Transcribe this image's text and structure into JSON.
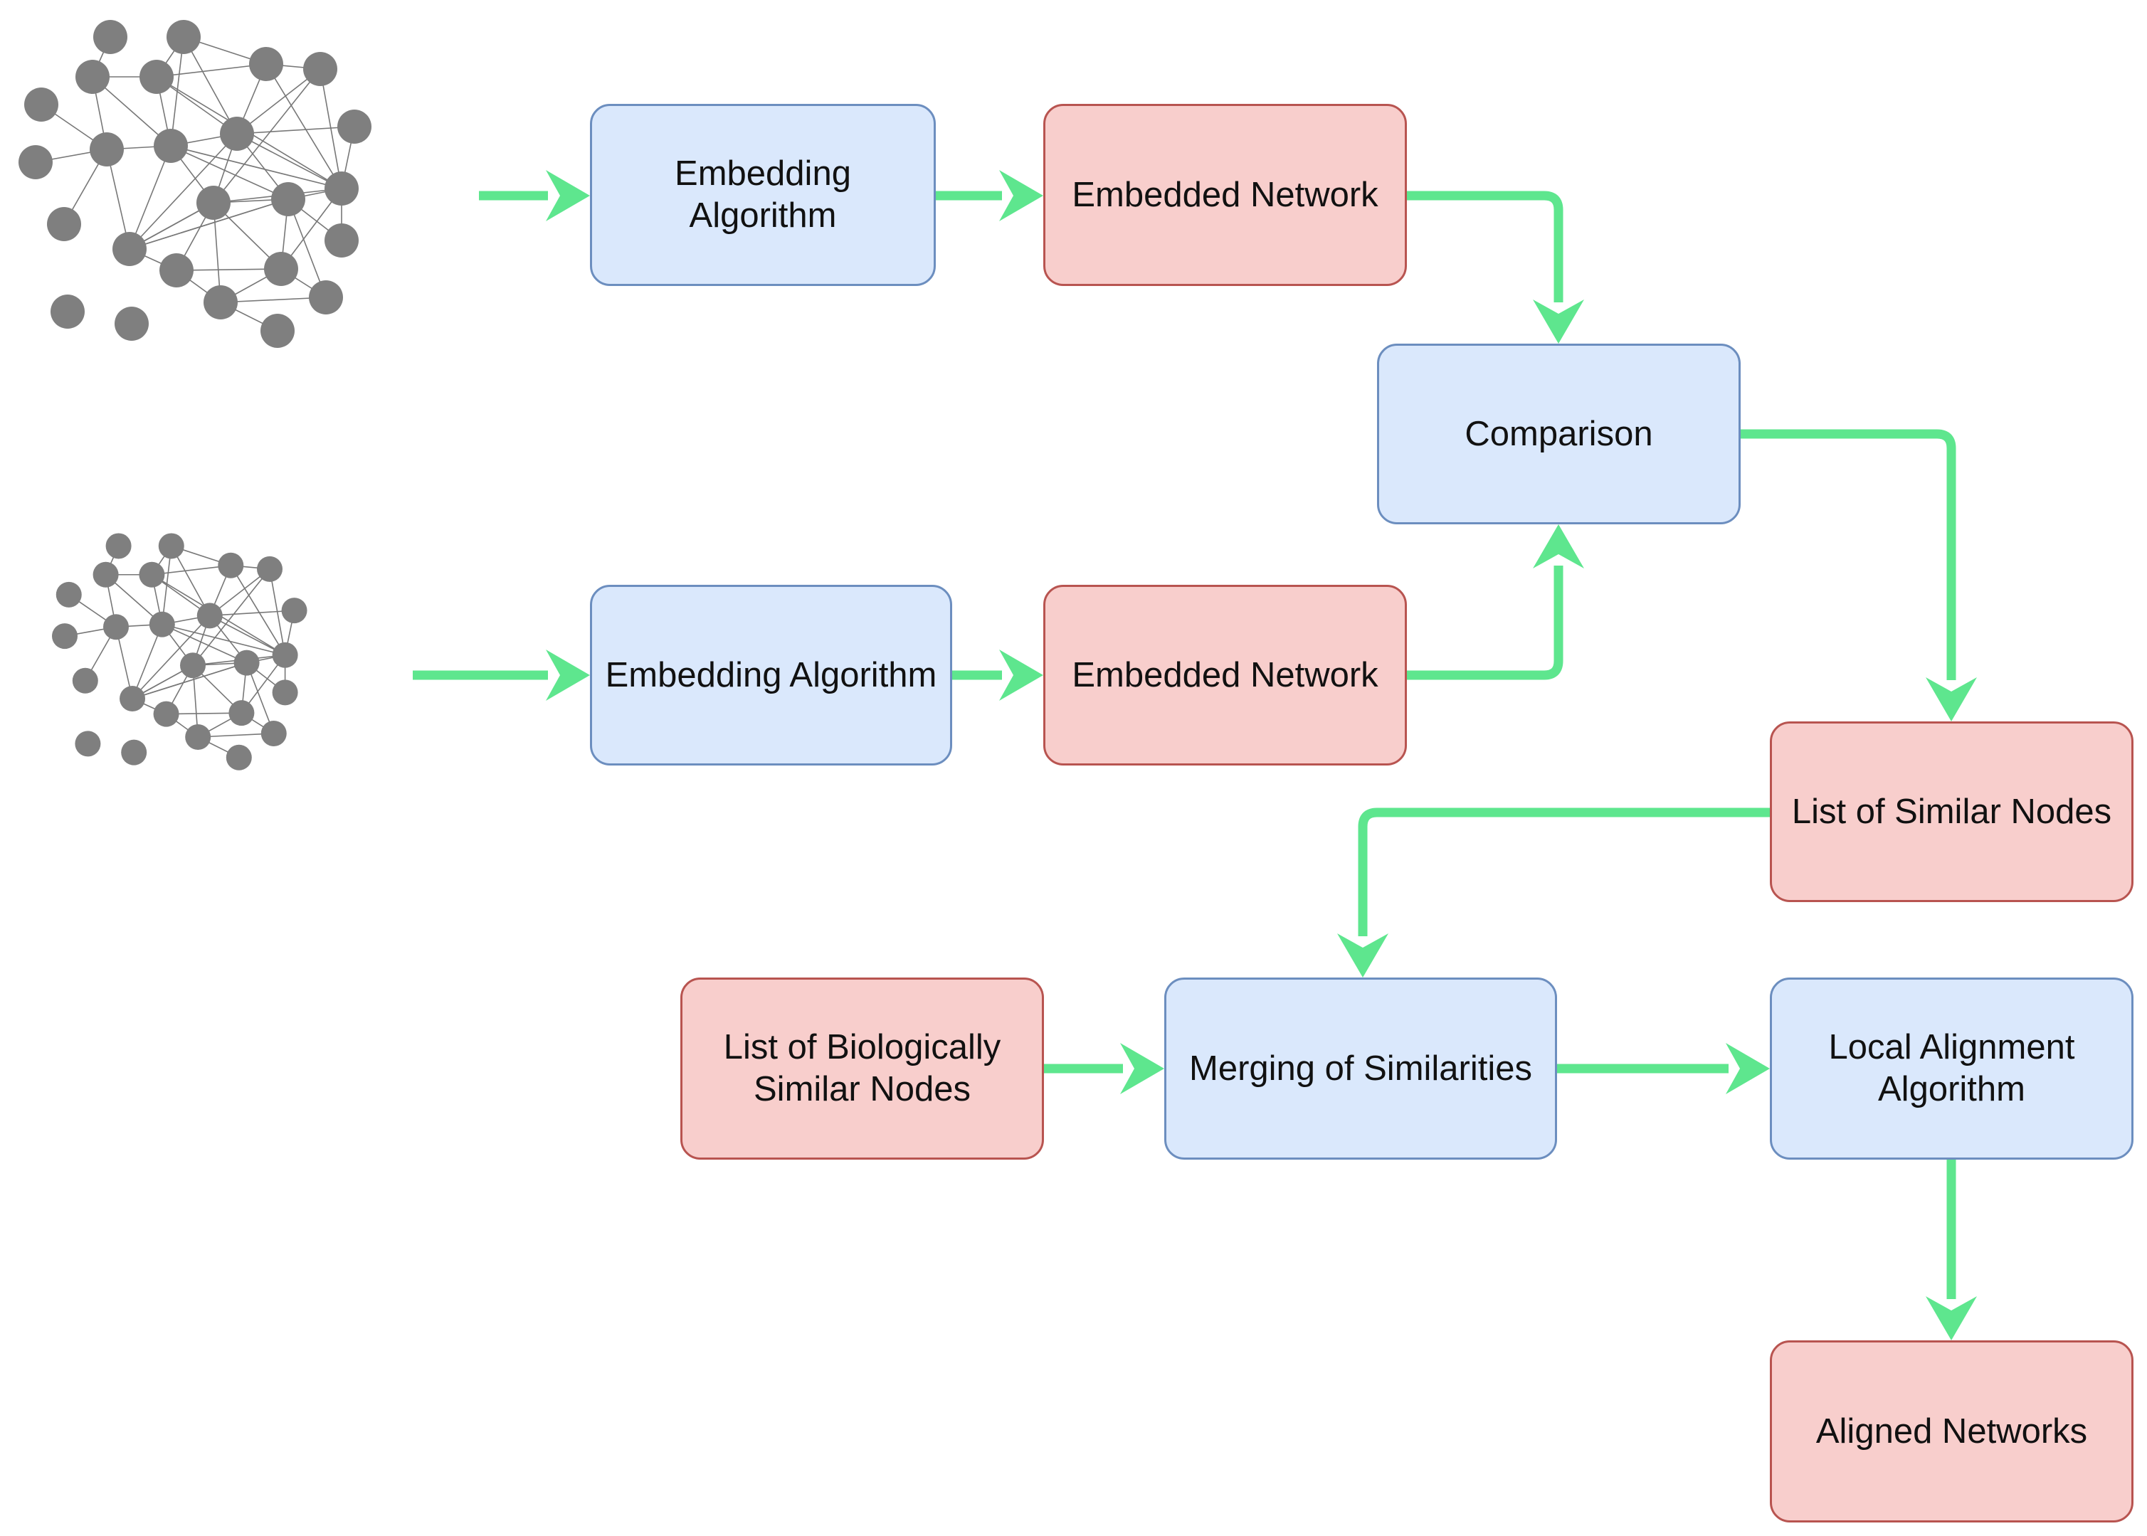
{
  "colors": {
    "process_fill": "#dae8fc",
    "process_border": "#6c8ebf",
    "data_fill": "#f8cecc",
    "data_border": "#b85450",
    "arrow": "#5ee68e",
    "network_node": "#7f7f7f",
    "network_edge": "#777777"
  },
  "boxes": {
    "embedding_algorithm_top": "Embedding\nAlgorithm",
    "embedded_network_top": "Embedded Network",
    "comparison": "Comparison",
    "embedding_algorithm_bottom": "Embedding Algorithm",
    "embedded_network_bottom": "Embedded Network",
    "list_similar_nodes": "List of Similar Nodes",
    "list_biological": "List of Biologically\nSimilar Nodes",
    "merging": "Merging of Similarities",
    "local_alignment": "Local Alignment\nAlgorithm",
    "aligned_networks": "Aligned Networks"
  },
  "networks": [
    {
      "name": "input-network-1",
      "icon": "network-graph-icon"
    },
    {
      "name": "input-network-2",
      "icon": "network-graph-icon"
    }
  ],
  "arrows": [
    {
      "from": "input-network-1",
      "to": "embedding_algorithm_top"
    },
    {
      "from": "embedding_algorithm_top",
      "to": "embedded_network_top"
    },
    {
      "from": "embedded_network_top",
      "to": "comparison"
    },
    {
      "from": "input-network-2",
      "to": "embedding_algorithm_bottom"
    },
    {
      "from": "embedding_algorithm_bottom",
      "to": "embedded_network_bottom"
    },
    {
      "from": "embedded_network_bottom",
      "to": "comparison"
    },
    {
      "from": "comparison",
      "to": "list_similar_nodes"
    },
    {
      "from": "list_similar_nodes",
      "to": "merging"
    },
    {
      "from": "list_biological",
      "to": "merging"
    },
    {
      "from": "merging",
      "to": "local_alignment"
    },
    {
      "from": "local_alignment",
      "to": "aligned_networks"
    }
  ]
}
